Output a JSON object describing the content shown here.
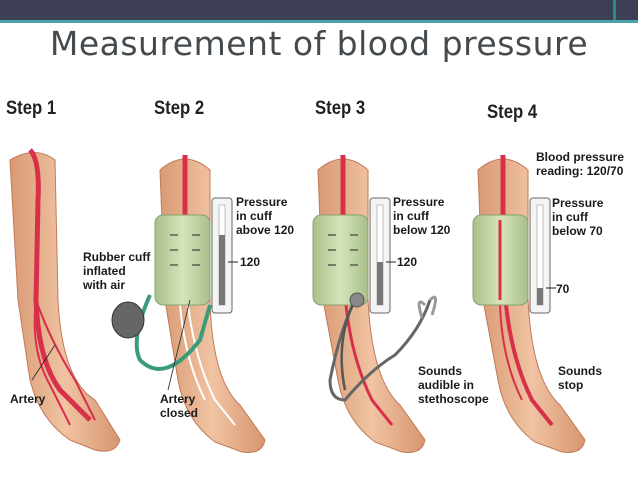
{
  "title": "Measurement of blood pressure",
  "steps": [
    {
      "label": "Step 1"
    },
    {
      "label": "Step 2"
    },
    {
      "label": "Step 3"
    },
    {
      "label": "Step 4"
    }
  ],
  "labels": {
    "artery": "Artery",
    "rubber_cuff": "Rubber cuff\ninflated\nwith air",
    "artery_closed": "Artery\nclosed",
    "pressure_above": "Pressure\nin cuff\nabove 120",
    "value_120_a": "120",
    "pressure_below_120": "Pressure\nin cuff\nbelow 120",
    "value_120_b": "120",
    "sounds_audible": "Sounds\naudible in\nstethoscope",
    "bp_reading": "Blood pressure\nreading: 120/70",
    "pressure_below_70": "Pressure\nin cuff\nbelow 70",
    "value_70": "70",
    "sounds_stop": "Sounds\nstop"
  },
  "colors": {
    "skin": "#e8b490",
    "artery": "#d8304a",
    "cuff": "#c9d9a8",
    "tube": "#3a9a7a"
  }
}
